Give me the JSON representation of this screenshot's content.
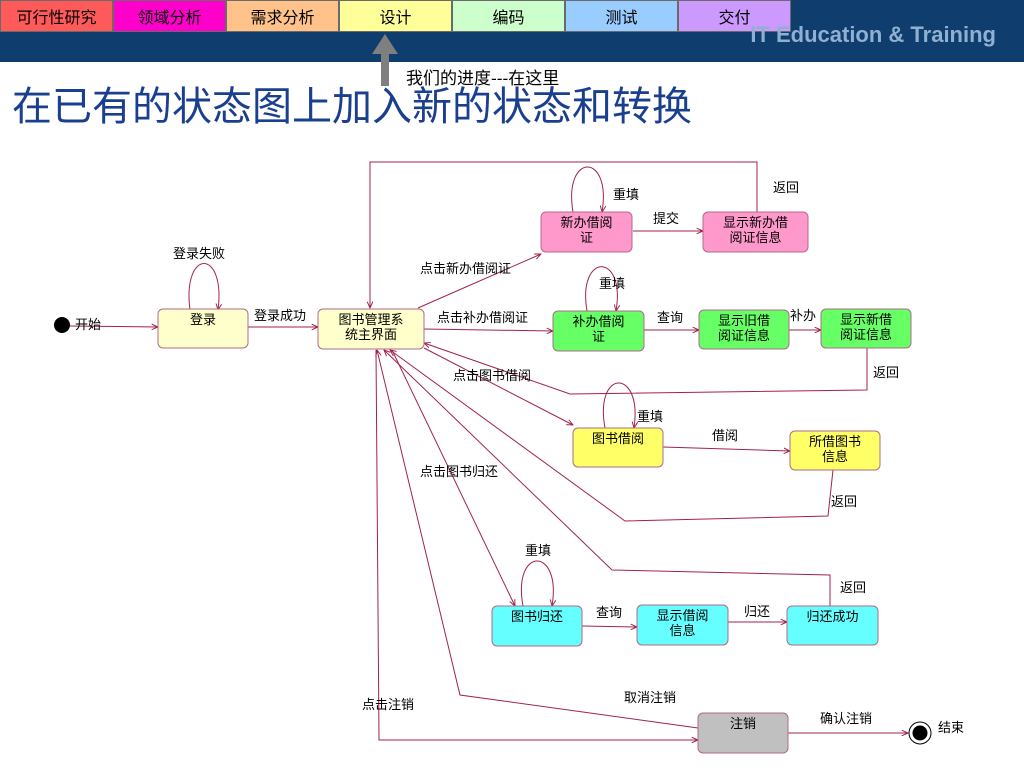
{
  "header": {
    "brand": "IT Education & Training",
    "phases": [
      {
        "label": "可行性研究",
        "color": "#ff5a5a"
      },
      {
        "label": "领域分析",
        "color": "#ff00cc"
      },
      {
        "label": "需求分析",
        "color": "#ffc28a"
      },
      {
        "label": "设计",
        "color": "#ffff99"
      },
      {
        "label": "编码",
        "color": "#ccffcc"
      },
      {
        "label": "测试",
        "color": "#99ccff"
      },
      {
        "label": "交付",
        "color": "#cc99ff"
      }
    ],
    "progress_note": "我们的进度---在这里",
    "current_phase": "设计"
  },
  "page": {
    "title": "在已有的状态图上加入新的状态和转换"
  },
  "diagram": {
    "states": [
      {
        "id": "login",
        "lines": [
          "登录"
        ],
        "color": "#ffffcc"
      },
      {
        "id": "main",
        "lines": [
          "图书管理系",
          "统主界面"
        ],
        "color": "#ffffcc"
      },
      {
        "id": "new_card",
        "lines": [
          "新办借阅",
          "证"
        ],
        "color": "#ff99cc"
      },
      {
        "id": "show_new_card",
        "lines": [
          "显示新办借",
          "阅证信息"
        ],
        "color": "#ff99cc"
      },
      {
        "id": "reissue",
        "lines": [
          "补办借阅",
          "证"
        ],
        "color": "#66ff66"
      },
      {
        "id": "show_old",
        "lines": [
          "显示旧借",
          "阅证信息"
        ],
        "color": "#66ff66"
      },
      {
        "id": "show_new",
        "lines": [
          "显示新借",
          "阅证信息"
        ],
        "color": "#66ff66"
      },
      {
        "id": "borrow",
        "lines": [
          "图书借阅"
        ],
        "color": "#ffff66"
      },
      {
        "id": "borrowed",
        "lines": [
          "所借图书",
          "信息"
        ],
        "color": "#ffff66"
      },
      {
        "id": "return",
        "lines": [
          "图书归还"
        ],
        "color": "#66ffff"
      },
      {
        "id": "show_borrow",
        "lines": [
          "显示借阅",
          "信息"
        ],
        "color": "#66ffff"
      },
      {
        "id": "return_ok",
        "lines": [
          "归还成功"
        ],
        "color": "#66ffff"
      },
      {
        "id": "logout",
        "lines": [
          "注销"
        ],
        "color": "#c0c0c0"
      }
    ],
    "initial_label": "开始",
    "final_label": "结束",
    "labels": {
      "login_fail": "登录失败",
      "login_ok": "登录成功",
      "click_new": "点击新办借阅证",
      "click_reissue": "点击补办借阅证",
      "click_borrow": "点击图书借阅",
      "click_return": "点击图书归还",
      "click_logout": "点击注销",
      "refill_new": "重填",
      "refill_reissue": "重填",
      "refill_borrow": "重填",
      "refill_return": "重填",
      "submit": "提交",
      "query_reissue": "查询",
      "reissue_action": "补办",
      "borrow_action": "借阅",
      "query_return": "查询",
      "return_action": "归还",
      "back_new": "返回",
      "back_reissue": "返回",
      "back_borrow": "返回",
      "back_return": "返回",
      "cancel_logout": "取消注销",
      "confirm_logout": "确认注销"
    }
  }
}
